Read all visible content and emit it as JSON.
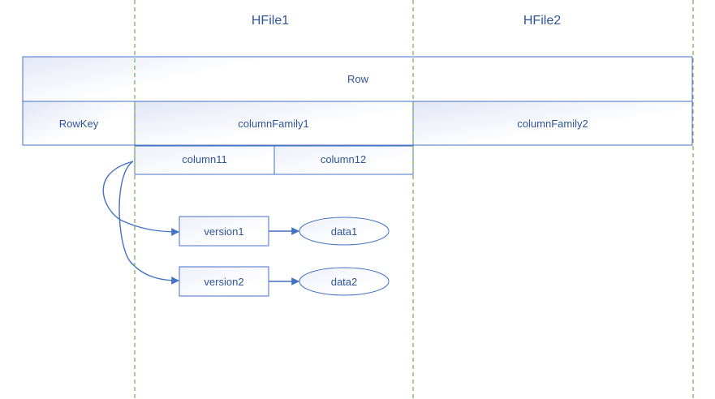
{
  "diagram": {
    "hfile1_label": "HFile1",
    "hfile2_label": "HFile2",
    "row_label": "Row",
    "rowkey_label": "RowKey",
    "column_family1_label": "columnFamily1",
    "column_family2_label": "columnFamily2",
    "column11_label": "column11",
    "column12_label": "column12",
    "version1_label": "version1",
    "version2_label": "version2",
    "data1_label": "data1",
    "data2_label": "data2"
  },
  "colors": {
    "box_stroke": "#4472c4",
    "text": "#2f5597",
    "guide": "#70ad47"
  }
}
